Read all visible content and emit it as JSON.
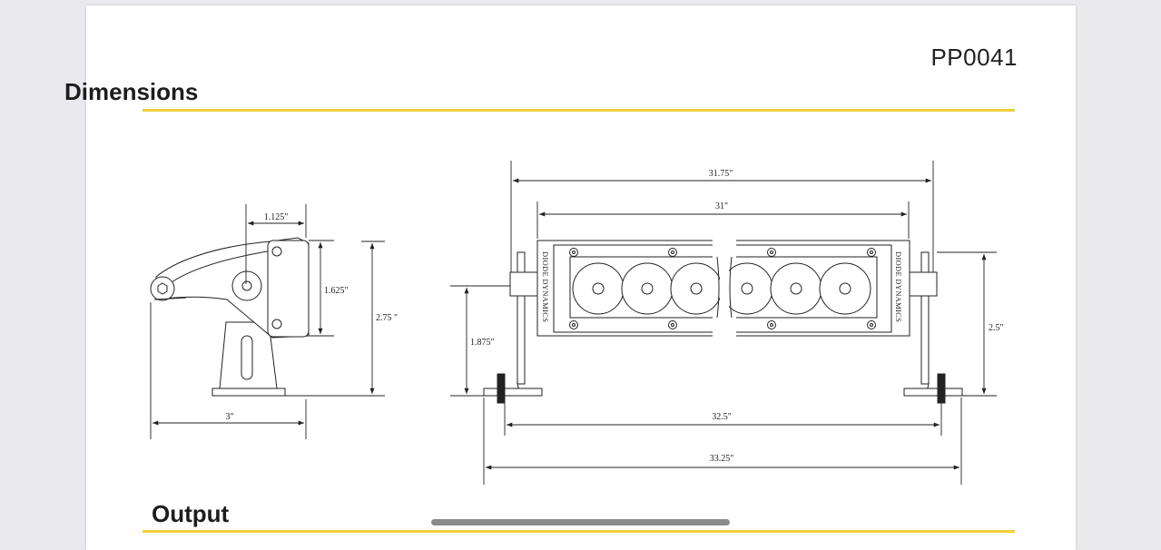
{
  "document": {
    "code": "PP0041",
    "sections": {
      "dimensions": "Dimensions",
      "output": "Output"
    }
  },
  "drawing": {
    "side_view": {
      "bracket_offset": "1.125\"",
      "mount_height": "1.625\"",
      "total_height": "2.75 \"",
      "depth": "3\""
    },
    "front_view": {
      "overall_width": "31.75\"",
      "housing_width": "31\"",
      "mount_height": "1.875\"",
      "housing_height": "2.5\"",
      "bolt_spacing": "32.5\"",
      "total_width": "33.25\"",
      "brand_left": "DIODE DYNAMICS",
      "brand_right": "DIODE DYNAMICS",
      "led_count": 6
    }
  },
  "colors": {
    "accent": "#f0cf3a",
    "line": "#222222"
  }
}
